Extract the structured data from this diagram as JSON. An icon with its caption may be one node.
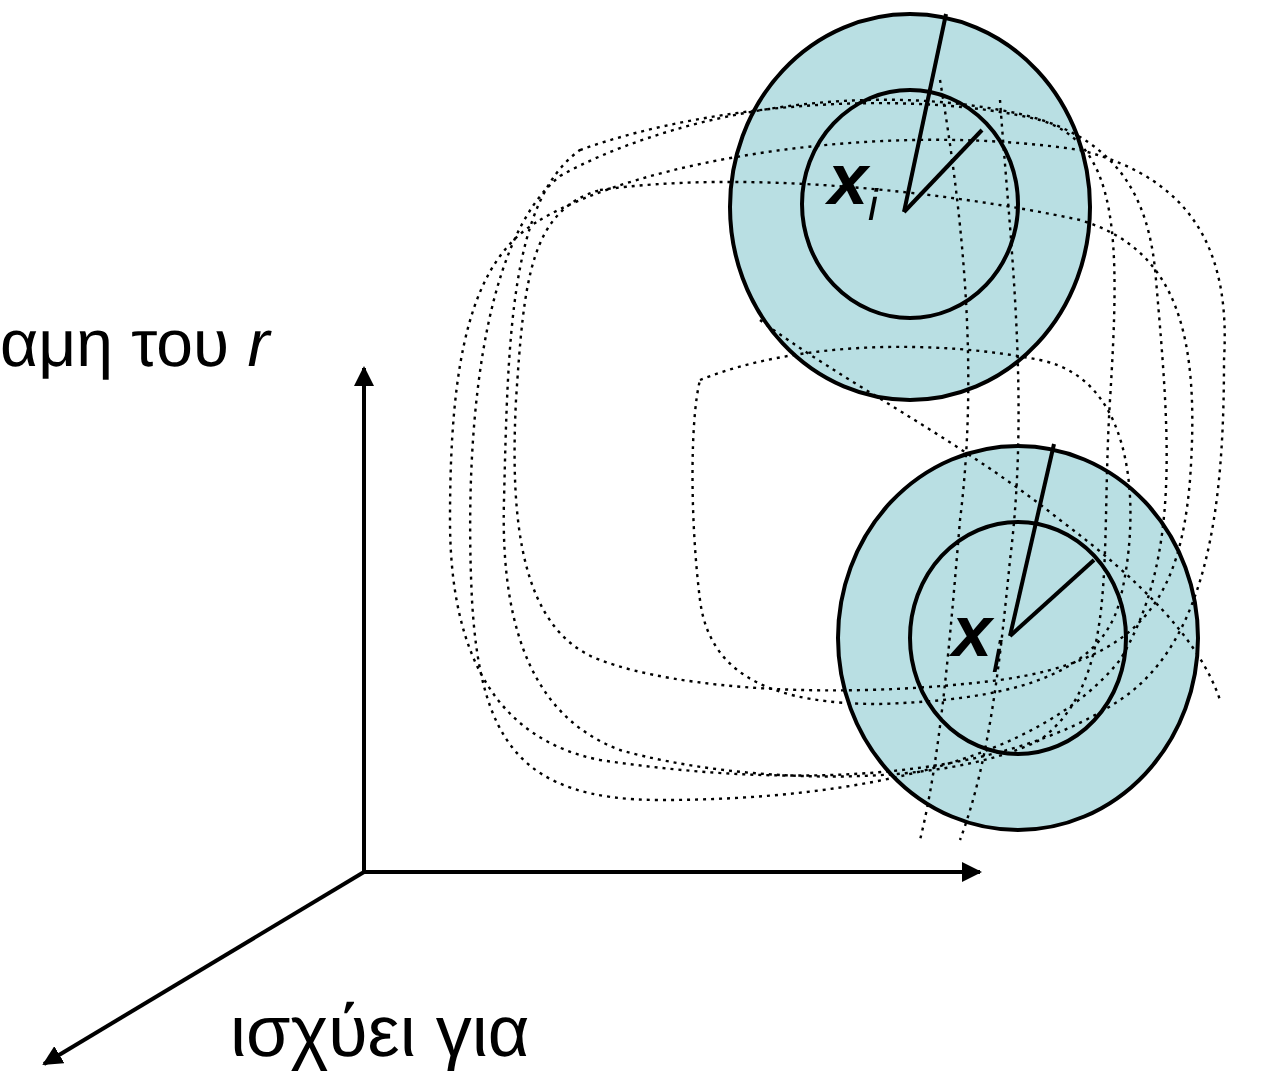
{
  "diagram": {
    "nodes": [
      {
        "text": [],
        "shape": "circle"
      },
      {
        "text": [
          "**x**$_{i}$"
        ],
        "in": 0
      },
      {
        "text": [],
        "shape": "circle"
      },
      {
        "text": [
          "**x**$_{i}$"
        ],
        "in": 2
      }
    ],
    "labels": [
      "αμη του *r*",
      "ισχύει για"
    ]
  }
}
